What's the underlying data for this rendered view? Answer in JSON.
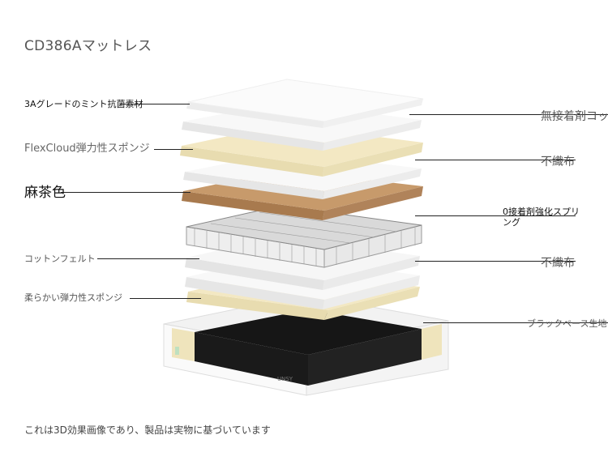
{
  "title": "CD386Aマットレス",
  "footnote": "これは3D効果画像であり、製品は実物に基づいています",
  "left_labels": [
    "3Aグレードのミント抗菌素材",
    "FlexCloud弾力性スポンジ",
    "麻茶色",
    "コットンフェルト",
    "柔らかい弾力性スポンジ"
  ],
  "right_labels": [
    "無接着剤コッ",
    "不織布",
    "0接着剤強化スプリング",
    "不織布",
    "ブラックベース生地"
  ],
  "base_brand": "UNSY",
  "colors": {
    "white_layer": "#f7f7f7",
    "cream_layer": "#f3e8c3",
    "coir_layer": "#c79a6b",
    "base_fabric": "#161616"
  }
}
